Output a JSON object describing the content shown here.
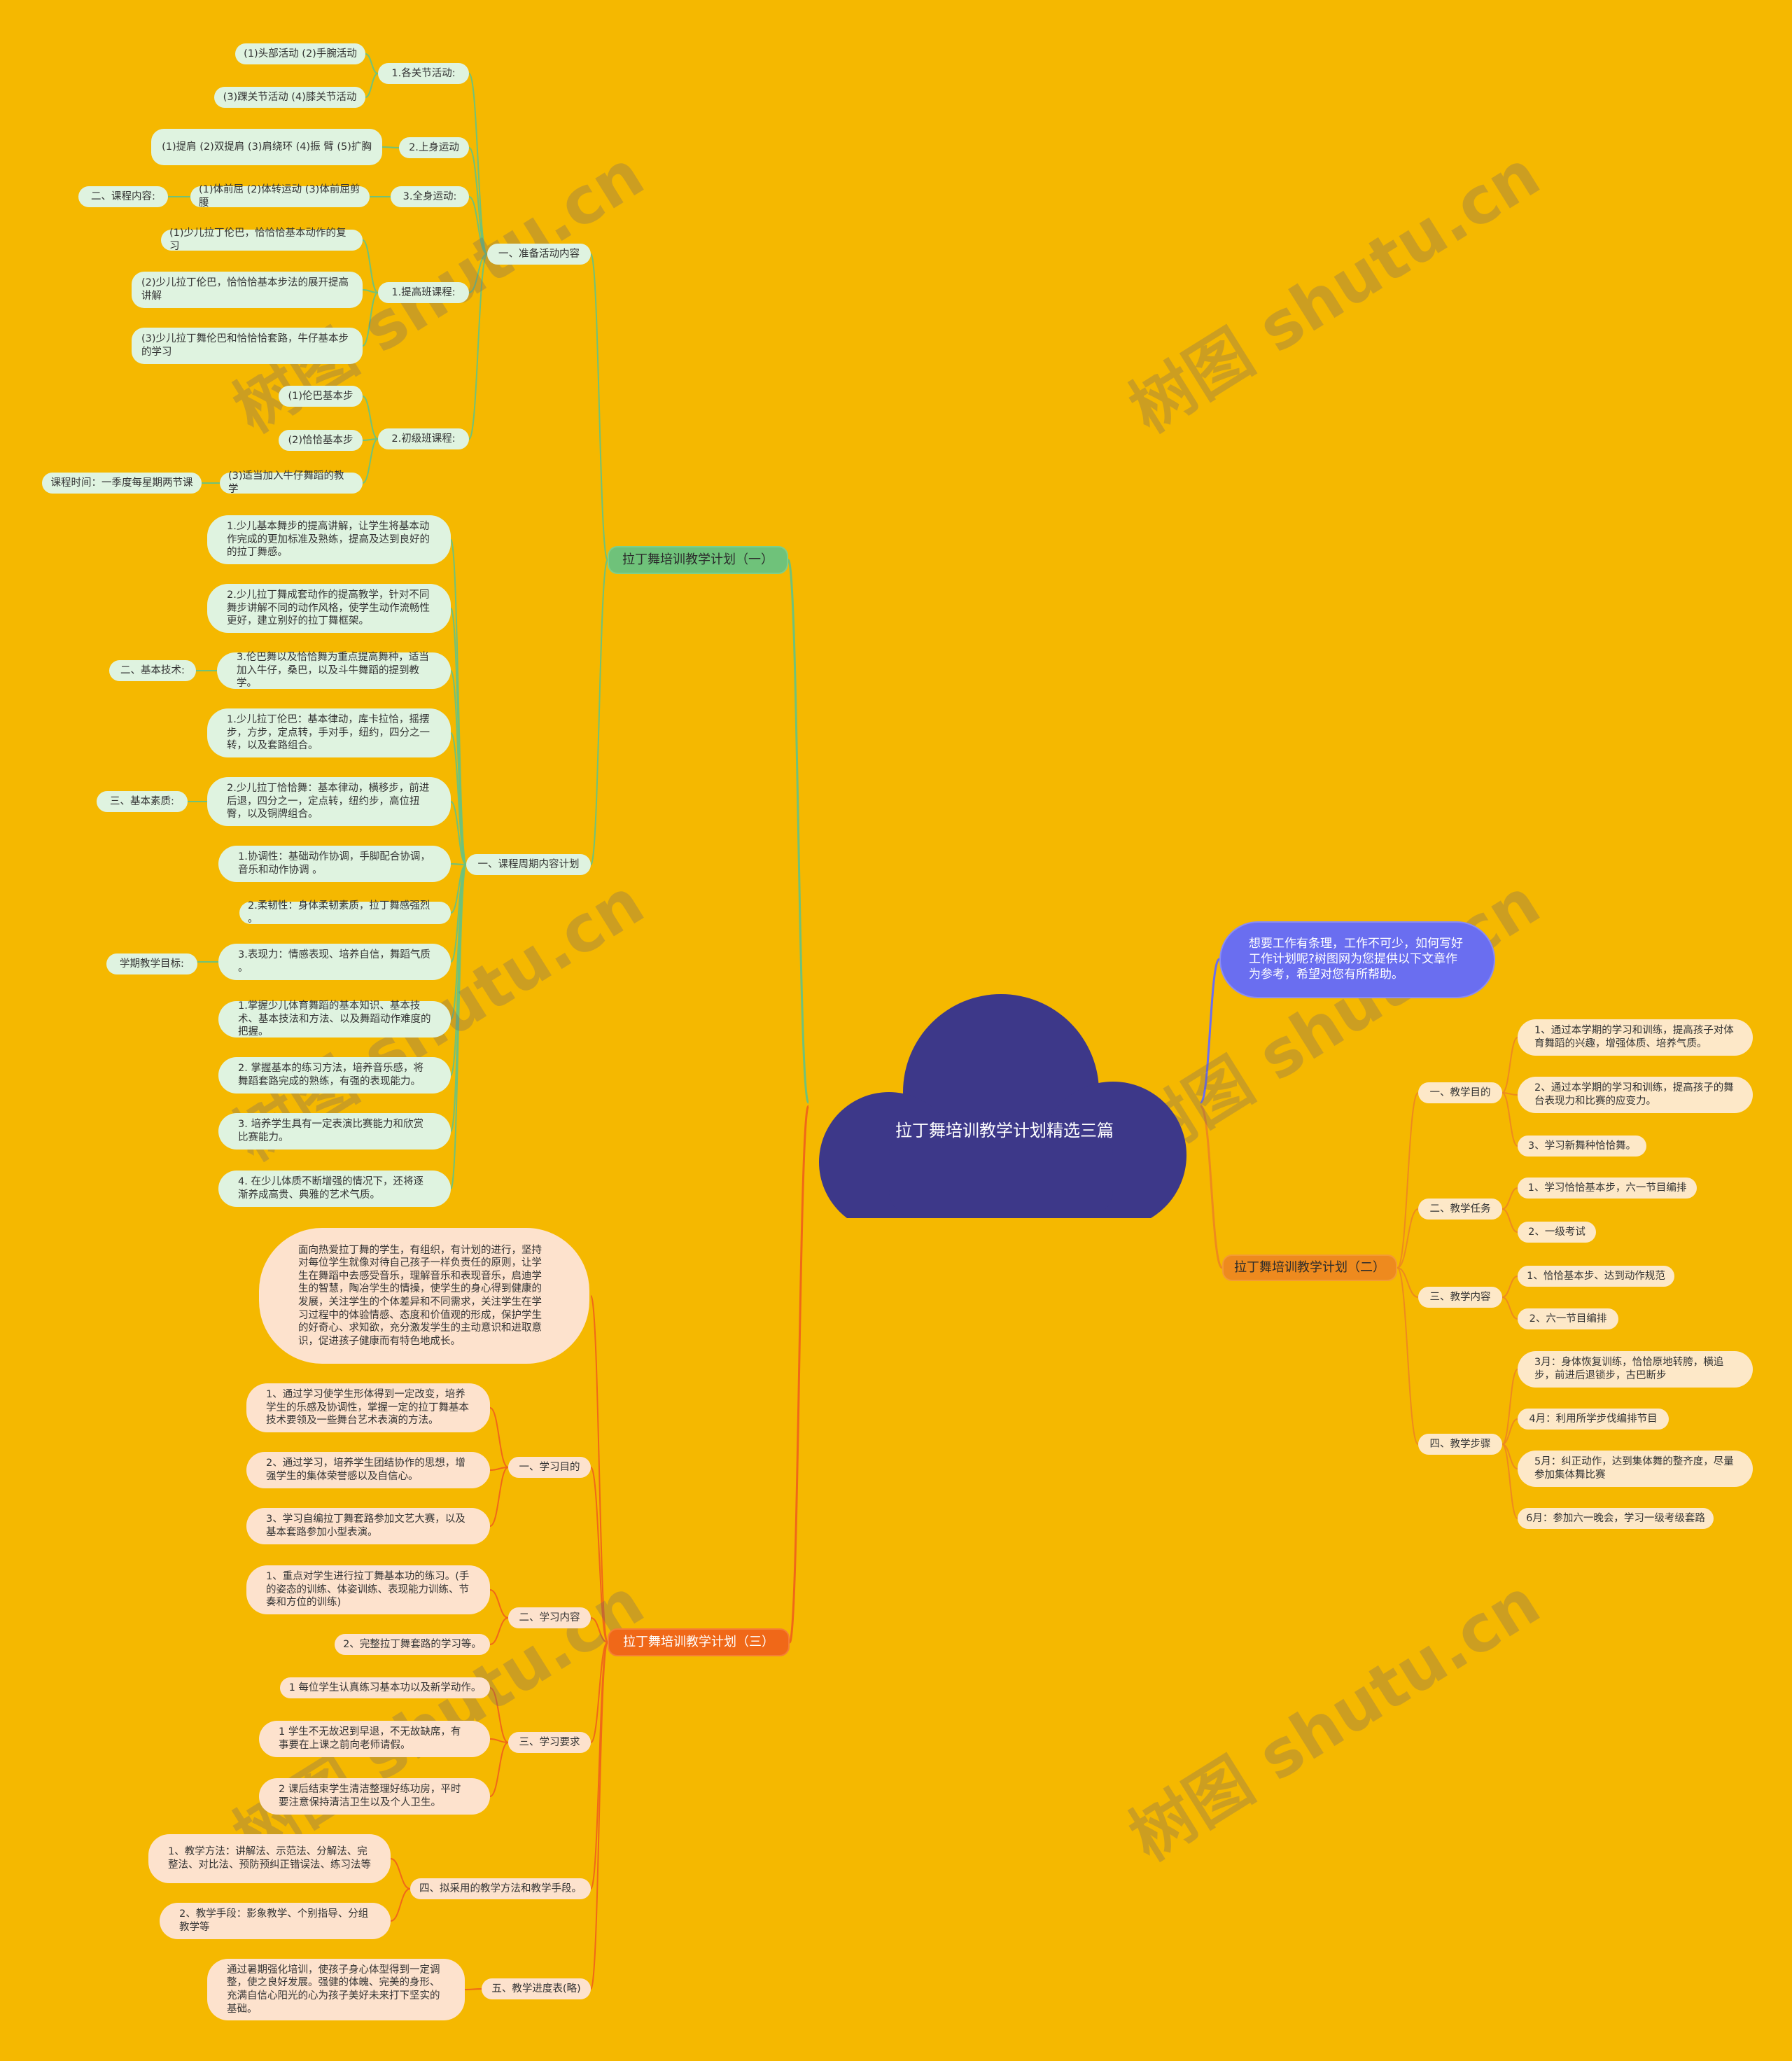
{
  "root": {
    "title": "拉丁舞培训教学计划精选三篇"
  },
  "intro": "想要工作有条理，工作不可少，如何写好工作计划呢?树图网为您提供以下文章作为参考，希望对您有所帮助。",
  "watermark": "树图 shutu.cn",
  "colors": {
    "background": "#f5b800",
    "cloud": "#3d3889",
    "branch1": "#6fc27a",
    "branch2": "#ee8a1e",
    "branch3": "#f06818",
    "intro": "#6a6ef0"
  },
  "plan1": {
    "title": "拉丁舞培训教学计划（一）",
    "prep": {
      "title": "一、准备活动内容",
      "joint": {
        "title": "1.各关节活动:",
        "items": [
          "(1)头部活动 (2)手腕活动",
          "(3)踝关节活动 (4)膝关节活动"
        ]
      },
      "upper": {
        "title": "2.上身运动",
        "item": "(1)提肩 (2)双提肩 (3)肩绕环 (4)振 臂 (5)扩胸"
      },
      "whole": {
        "title": "3.全身运动:",
        "item": "(1)体前屈 (2)体转运动 (3)体前屈剪腰",
        "side": "二、课程内容:"
      },
      "advanced": {
        "title": "1.提高班课程:",
        "items": [
          "(1)少儿拉丁伦巴，恰恰恰基本动作的复习",
          "(2)少儿拉丁伦巴，恰恰恰基本步法的展开提高讲解",
          "(3)少儿拉丁舞伦巴和恰恰恰套路，牛仔基本步的学习"
        ]
      },
      "primary": {
        "title": "2.初级班课程:",
        "items": [
          "(1)伦巴基本步",
          "(2)恰恰基本步",
          "(3)适当加入牛仔舞蹈的教学"
        ],
        "side": "课程时间：一季度每星期两节课"
      }
    },
    "cycle": {
      "title": "一、课程周期内容计划",
      "items": [
        "1.少儿基本舞步的提高讲解，让学生将基本动作完成的更加标准及熟练，提高及达到良好的的拉丁舞感。",
        "2.少儿拉丁舞成套动作的提高教学，针对不同舞步讲解不同的动作风格，使学生动作流畅性更好，建立别好的拉丁舞框架。",
        "3.伦巴舞以及恰恰舞为重点提高舞种，适当加入牛仔，桑巴，以及斗牛舞蹈的提到教学。",
        "1.少儿拉丁伦巴：基本律动，库卡拉恰，摇摆步，方步，定点转，手对手，纽约，四分之一转，以及套路组合。",
        "2.少儿拉丁恰恰舞：基本律动，横移步，前进后退，四分之一，定点转，纽约步，高位扭臀，以及铜牌组合。",
        "1.协调性：基础动作协调，手脚配合协调，音乐和动作协调 。",
        "2.柔韧性：身体柔韧素质，拉丁舞感强烈 。",
        "3.表现力：情感表现、培养自信，舞蹈气质 。",
        "1.掌握少儿体育舞蹈的基本知识、基本技术、基本技法和方法、以及舞蹈动作难度的把握。",
        "2. 掌握基本的练习方法，培养音乐感，将舞蹈套路完成的熟练，有强的表现能力。",
        "3. 培养学生具有一定表演比赛能力和欣赏比赛能力。",
        "4. 在少儿体质不断增强的情况下，还将逐渐养成高贵、典雅的艺术气质。"
      ],
      "sides": [
        "二、基本技术:",
        "三、基本素质:",
        "学期教学目标:"
      ]
    }
  },
  "plan2": {
    "title": "拉丁舞培训教学计划（二）",
    "goal": {
      "title": "一、教学目的",
      "items": [
        "1、通过本学期的学习和训练，提高孩子对体育舞蹈的兴趣，增强体质、培养气质。",
        "2、通过本学期的学习和训练，提高孩子的舞台表现力和比赛的应变力。",
        "3、学习新舞种恰恰舞。"
      ]
    },
    "task": {
      "title": "二、教学任务",
      "items": [
        "1、学习恰恰基本步，六一节目编排",
        "2、一级考试"
      ]
    },
    "content": {
      "title": "三、教学内容",
      "items": [
        "1、恰恰基本步、达到动作规范",
        "2、六一节目编排"
      ]
    },
    "steps": {
      "title": "四、教学步骤",
      "items": [
        "3月：身体恢复训练，恰恰原地转胯，横追步，前进后退锁步，古巴断步",
        "4月：利用所学步伐编排节目",
        "5月：纠正动作，达到集体舞的整齐度，尽量参加集体舞比赛",
        "6月：参加六一晚会，学习一级考级套路"
      ]
    }
  },
  "plan3": {
    "title": "拉丁舞培训教学计划（三）",
    "intro": "面向热爱拉丁舞的学生，有组织，有计划的进行，坚持对每位学生就像对待自己孩子一样负责任的原则，让学生在舞蹈中去感受音乐，理解音乐和表现音乐，启迪学生的智慧，陶冶学生的情操，使学生的身心得到健康的发展，关注学生的个体差异和不同需求，关注学生在学习过程中的体验情感、态度和价值观的形成，保护学生的好奇心、求知欲，充分激发学生的主动意识和进取意识，促进孩子健康而有特色地成长。",
    "goal": {
      "title": "一、学习目的",
      "items": [
        "1、通过学习使学生形体得到一定改变，培养学生的乐感及协调性，掌握一定的拉丁舞基本技术要领及一些舞台艺术表演的方法。",
        "2、通过学习，培养学生团结协作的思想，增强学生的集体荣誉感以及自信心。",
        "3、学习自编拉丁舞套路参加文艺大赛，以及基本套路参加小型表演。"
      ]
    },
    "content": {
      "title": "二、学习内容",
      "items": [
        "1、重点对学生进行拉丁舞基本功的练习。(手的姿态的训练、体姿训练、表现能力训练、节奏和方位的训练)",
        "2、完整拉丁舞套路的学习等。"
      ]
    },
    "require": {
      "title": "三、学习要求",
      "items": [
        "1 每位学生认真练习基本功以及新学动作。",
        "1 学生不无故迟到早退，不无故缺席，有事要在上课之前向老师请假。",
        "2 课后结束学生清洁整理好练功房，平时要注意保持清洁卫生以及个人卫生。"
      ]
    },
    "method": {
      "title": "四、拟采用的教学方法和教学手段。",
      "items": [
        "1、教学方法：讲解法、示范法、分解法、完整法、对比法、预防预纠正错误法、练习法等",
        "2、教学手段：影象教学、个别指导、分组教学等"
      ]
    },
    "schedule": {
      "title": "五、教学进度表(略)",
      "item": "通过暑期强化培训，使孩子身心体型得到一定调整，使之良好发展。强健的体魄、完美的身形、充满自信心阳光的心为孩子美好未来打下坚实的基础。"
    }
  }
}
